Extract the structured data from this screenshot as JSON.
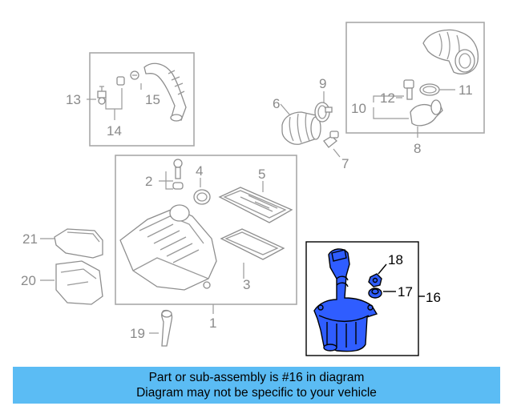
{
  "callouts": {
    "c1": "1",
    "c2": "2",
    "c3": "3",
    "c4": "4",
    "c5": "5",
    "c6": "6",
    "c7": "7",
    "c8": "8",
    "c9": "9",
    "c10": "10",
    "c11": "11",
    "c12": "12",
    "c13": "13",
    "c14": "14",
    "c15": "15",
    "c16": "16",
    "c17": "17",
    "c18": "18",
    "c19": "19",
    "c20": "20",
    "c21": "21"
  },
  "highlighted_part": "16",
  "colors": {
    "highlight": "#2f5dff",
    "banner": "#5bbcf4",
    "line_art": "#9a9a9a"
  },
  "banner": {
    "line1": "Part or sub-assembly is #16 in diagram",
    "line2": "Diagram may not be specific to your vehicle"
  }
}
